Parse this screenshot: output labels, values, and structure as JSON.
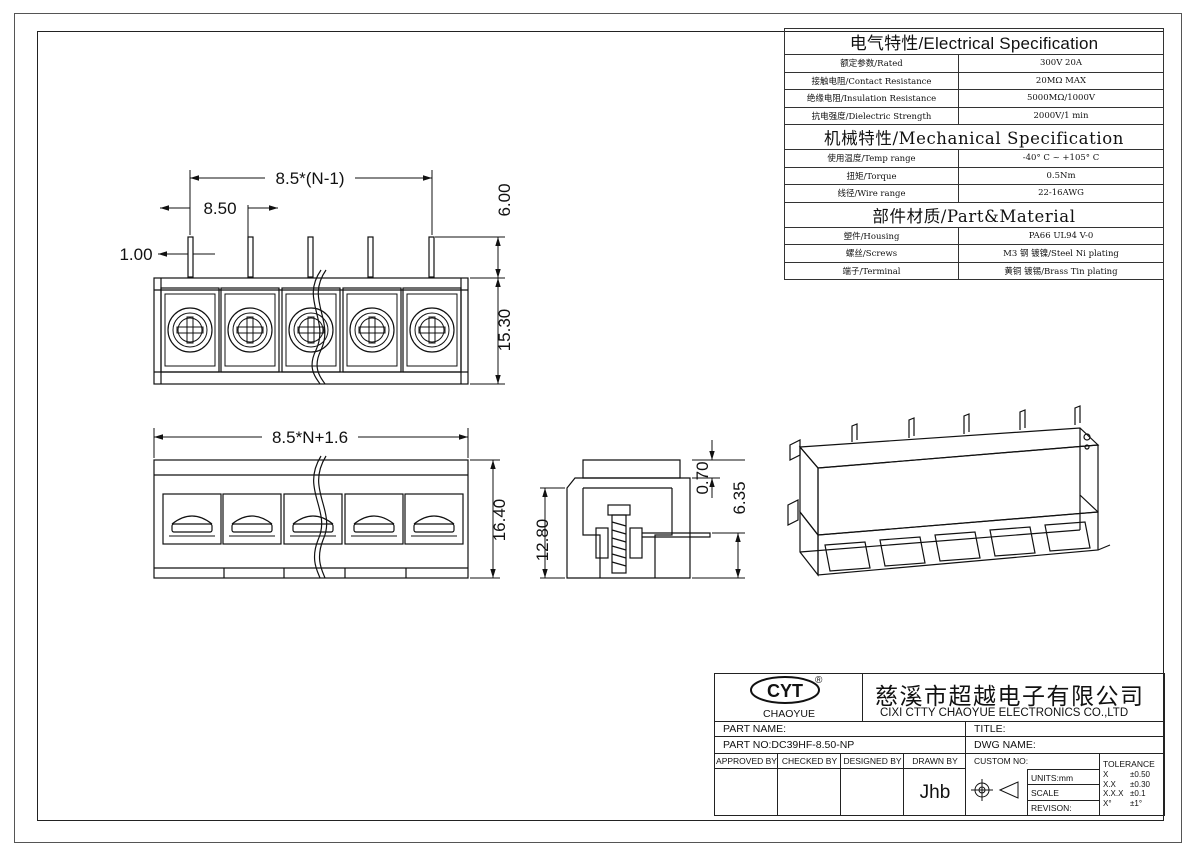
{
  "spec_table": {
    "electrical_title": "电气特性/Electrical Specification",
    "electrical_rows": [
      {
        "label": "额定参数/Rated",
        "value": "300V  20A"
      },
      {
        "label": "接触电阻/Contact Resistance",
        "value": "20MΩ MAX"
      },
      {
        "label": "绝缘电阻/Insulation Resistance",
        "value": "5000MΩ/1000V"
      },
      {
        "label": "抗电强度/Dielectric Strength",
        "value": "2000V/1 min"
      }
    ],
    "mechanical_title": "机械特性/Mechanical Specification",
    "mechanical_rows": [
      {
        "label": "使用温度/Temp range",
        "value": "-40° C ~ +105° C"
      },
      {
        "label": "扭矩/Torque",
        "value": "0.5Nm"
      },
      {
        "label": "线径/Wire range",
        "value": "22-16AWG"
      }
    ],
    "material_title": "部件材质/Part&Material",
    "material_rows": [
      {
        "label": "塑件/Housing",
        "value": "PA66 UL94 V-0"
      },
      {
        "label": "螺丝/Screws",
        "value": "M3 钢 镀镍/Steel Ni plating"
      },
      {
        "label": "端子/Terminal",
        "value": "黄铜 镀锡/Brass Tin  plating"
      }
    ]
  },
  "dimensions": {
    "pitch_total": "8.5*(N-1)",
    "pitch": "8.50",
    "pin_width": "1.00",
    "pin_length": "6.00",
    "body_height_top": "15.30",
    "overall_length": "8.5*N+1.6",
    "front_height": "16.40",
    "side_height": "12.80",
    "side_top": "0.70",
    "side_pin": "6.35"
  },
  "title_block": {
    "logo_text": "CHAOYUE",
    "logo_mark": "®",
    "company_cn": "慈溪市超越电子有限公司",
    "company_en": "CIXI CTTY CHAOYUE ELECTRONICS CO.,LTD",
    "part_name_label": "PART NAME:",
    "title_label": "TITLE:",
    "part_no_label": "PART NO:DC39HF-8.50-NP",
    "dwg_name_label": "DWG NAME:",
    "approved_by": "APPROVED BY",
    "checked_by": "CHECKED BY",
    "designed_by": "DESIGNED BY",
    "drawn_by": "DRAWN BY",
    "drawn_by_name": "Jhb",
    "custom_no": "CUSTOM NO:",
    "units": "UNITS:mm",
    "scale": "SCALE",
    "revision": "REVISON:",
    "tolerance_title": "TOLERANCE",
    "tolerances": [
      {
        "k": "X",
        "v": "±0.50"
      },
      {
        "k": "X.X",
        "v": "±0.30"
      },
      {
        "k": "X.X.X",
        "v": "±0.1"
      },
      {
        "k": "X°",
        "v": "±1°"
      }
    ]
  }
}
